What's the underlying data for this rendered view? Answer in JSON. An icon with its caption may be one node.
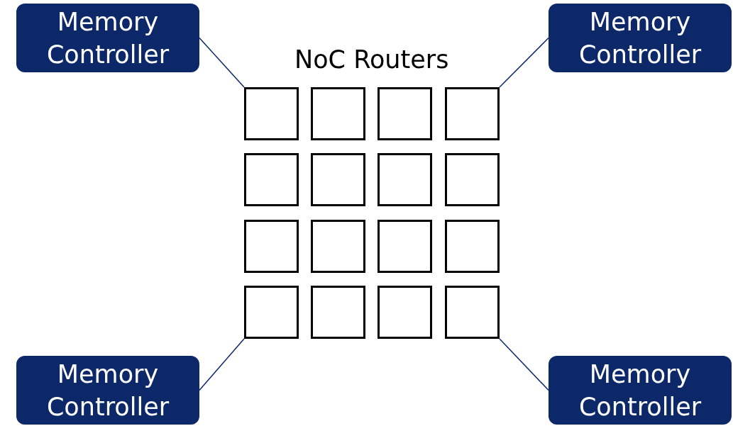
{
  "diagram": {
    "nodes": [
      {
        "text": [
          "Memory Controller"
        ]
      },
      {
        "text": [
          "Memory Controller"
        ]
      },
      {
        "text": [],
        "shape": "box"
      },
      {
        "text": [],
        "shape": "box"
      },
      {
        "text": [],
        "shape": "box"
      },
      {
        "text": [],
        "shape": "box"
      },
      {
        "text": [],
        "shape": "box"
      },
      {
        "text": [],
        "shape": "box"
      },
      {
        "text": [],
        "shape": "box"
      },
      {
        "text": [],
        "shape": "box"
      },
      {
        "text": [],
        "shape": "box"
      },
      {
        "text": [],
        "shape": "box"
      },
      {
        "text": [],
        "shape": "box"
      },
      {
        "text": [],
        "shape": "box"
      },
      {
        "text": [],
        "shape": "box"
      },
      {
        "text": [],
        "shape": "box"
      },
      {
        "text": [],
        "shape": "box"
      },
      {
        "text": [],
        "shape": "box"
      },
      {
        "text": [
          "Memory Controller"
        ]
      },
      {
        "text": [
          "Memory Controller"
        ]
      }
    ],
    "edges": [
      {
        "from": 0,
        "to": 2,
        "arrow": "none"
      },
      {
        "from": 1,
        "to": 5,
        "arrow": "none"
      },
      {
        "from": 18,
        "to": 14,
        "arrow": "none"
      },
      {
        "from": 19,
        "to": 17,
        "arrow": "none"
      }
    ],
    "labels": [
      "NoC Routers"
    ]
  }
}
